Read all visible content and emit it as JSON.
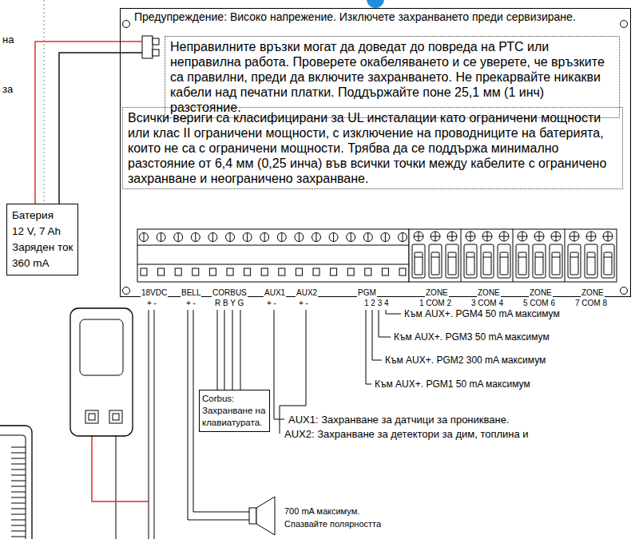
{
  "diagram": {
    "nodes": [
      {
        "text": [
          "Предупреждение: Високо напрежение. Изключете захранването преди сервизиране."
        ]
      },
      {
        "text": [
          "Неправилните връзки могат да доведат до повреда на РТС или неправилна работа. Проверете окабеляването и се уверете, че връзките са правилни, преди да включите захранването. Не прекарвайте никакви кабели над печатни платки. Поддържайте поне 25,1 мм (1 инч) разстояние."
        ],
        "in": 0
      },
      {
        "text": [
          "Всички вериги са класифицирани за UL инсталации като ограничени мощности или клас II ограничени мощности, с изключение на проводниците на батерията, които не са с ограничени мощности. Трябва да се поддържа минимално разстояние от 6,4 мм (0,25 инча) във всички точки между кабелите с ограничено захранване и неограничено захранване."
        ],
        "in": 0
      },
      {
        "text": [
          "Батерия",
          "12 V, 7 Ah",
          "Заряден ток",
          "360 mA"
        ]
      },
      {
        "text": [
          "Corbus:",
          "Захранване на клавиатурата."
        ]
      }
    ],
    "edges": [
      {
        "from": 3,
        "to": 0,
        "arrow": "none"
      },
      {
        "from": 3,
        "to": 0,
        "arrow": "none"
      }
    ],
    "labels": [
      "на",
      "за",
      "18VDC",
      "+ -",
      "BELL",
      "+ -",
      "CORBUS",
      "R B Y G",
      "AUX1",
      "+ -",
      "AUX2",
      "+ -",
      "PGM",
      "1 2 3 4",
      "ZONE",
      "1 COM 2",
      "ZONE",
      "3 COM 4",
      "ZONE",
      "5 COM 6",
      "ZONE",
      "7 COM 8",
      "Към AUX+. PGM4 50 mA максимум",
      "Към AUX+. PGM3 50 mA максимум",
      "Към AUX+. PGM2 300 mA максимум",
      "Към AUX+. PGM1 50 mA максимум",
      "AUX1: Захранване за датчици за проникване.",
      "AUX2: Захранване за детектори за дим, топлина и",
      "700 mA максимум.",
      "Спазвайте полярността"
    ]
  }
}
